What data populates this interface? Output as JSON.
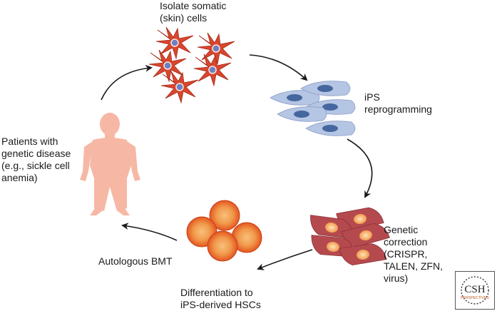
{
  "labels": {
    "somatic_cells": "Isolate somatic\n(skin) cells",
    "ips_reprogramming": "iPS\nreprogramming",
    "patients": "Patients with\ngenetic disease\n(e.g., sickle cell\nanemia)",
    "genetic_correction": "Genetic\ncorrection\n(CRISPR,\nTALEN, ZFN,\nvirus)",
    "autologous_bmt": "Autologous BMT",
    "differentiation": "Differentiation to\niPS-derived HSCs"
  },
  "logo": {
    "letters": "CSH",
    "subtitle": "PERSPECTIVES"
  },
  "colors": {
    "fibroblast": "#d9462e",
    "fibroblast_outline": "#a52a17",
    "nucleus_blue": "#6d7fc0",
    "ips_cell": "#b5c5e4",
    "ips_nucleus": "#45679f",
    "corrected_cell": "#b54a4e",
    "corrected_nucleus": "#f6a25a",
    "hsc_outer": "#e5491f",
    "hsc_inner": "#f7b56e",
    "body": "#f6b8a5",
    "arrow": "#1a1a1a"
  }
}
